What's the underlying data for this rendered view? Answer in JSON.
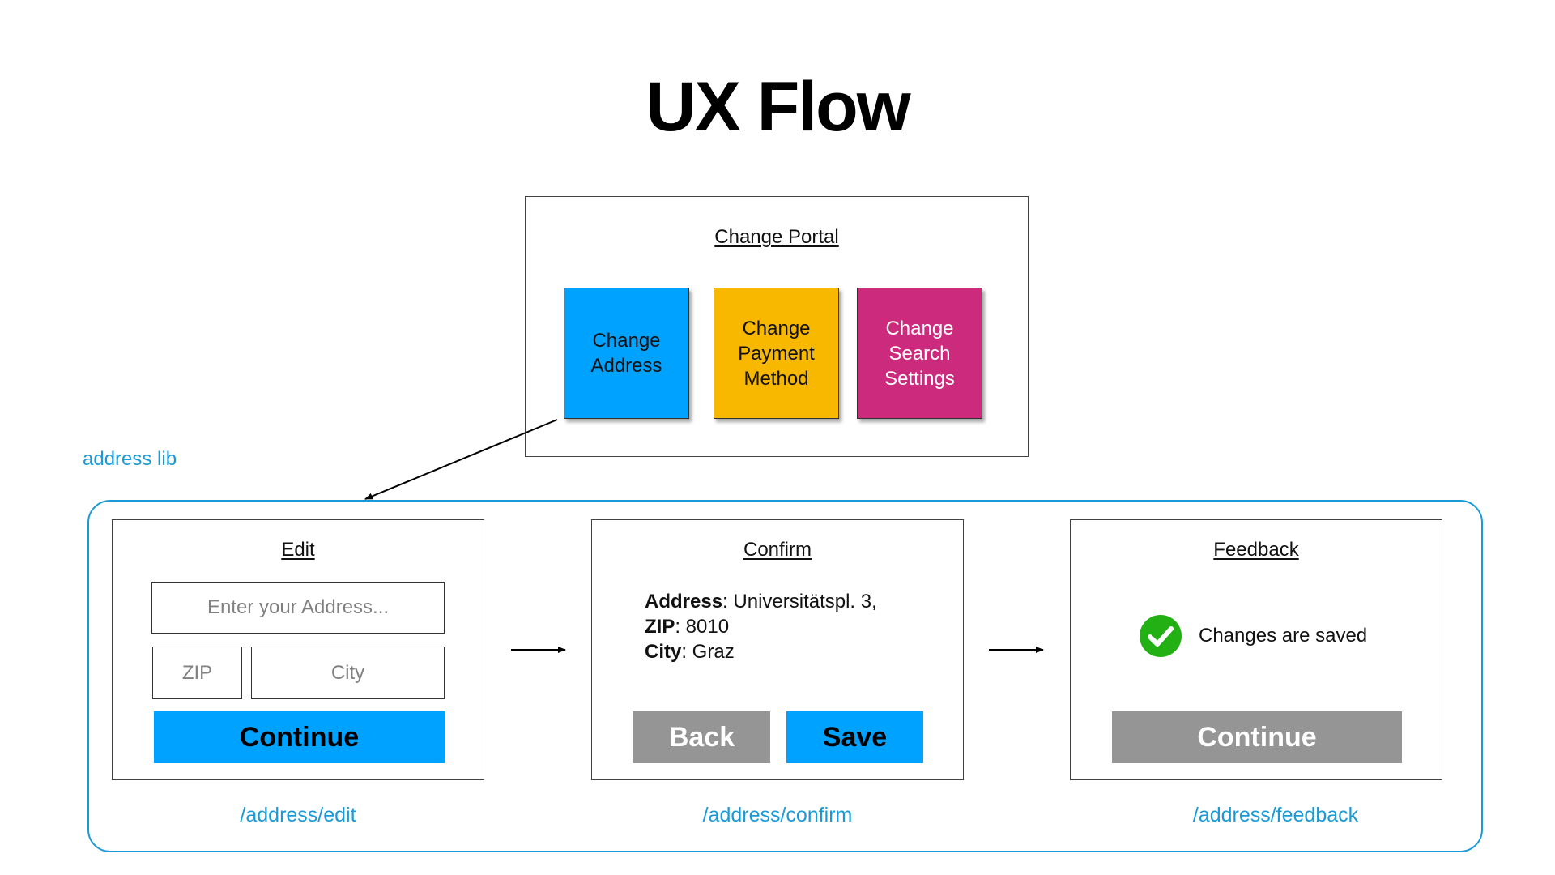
{
  "title": "UX Flow",
  "portal": {
    "heading": "Change Portal",
    "tiles": [
      {
        "label": "Change\nAddress",
        "color": "#00a2ff",
        "text_color": "#111111"
      },
      {
        "label": "Change\nPayment\nMethod",
        "color": "#f8b800",
        "text_color": "#111111"
      },
      {
        "label": "Change\nSearch\nSettings",
        "color": "#cc2a7c",
        "text_color": "#ffffff"
      }
    ]
  },
  "address_lib": {
    "label": "address lib",
    "accent": "#1a9ad6",
    "edit": {
      "heading": "Edit",
      "address_placeholder": "Enter your Address...",
      "zip_placeholder": "ZIP",
      "city_placeholder": "City",
      "continue_label": "Continue",
      "route": "/address/edit"
    },
    "confirm": {
      "heading": "Confirm",
      "fields": [
        {
          "label": "Address",
          "value": ": Universitätspl. 3,"
        },
        {
          "label": "ZIP",
          "value": ": 8010"
        },
        {
          "label": "City",
          "value": ": Graz"
        }
      ],
      "back_label": "Back",
      "save_label": "Save",
      "route": "/address/confirm"
    },
    "feedback": {
      "heading": "Feedback",
      "message": "Changes are saved",
      "status_icon": "check-circle-icon",
      "continue_label": "Continue",
      "route": "/address/feedback"
    }
  }
}
